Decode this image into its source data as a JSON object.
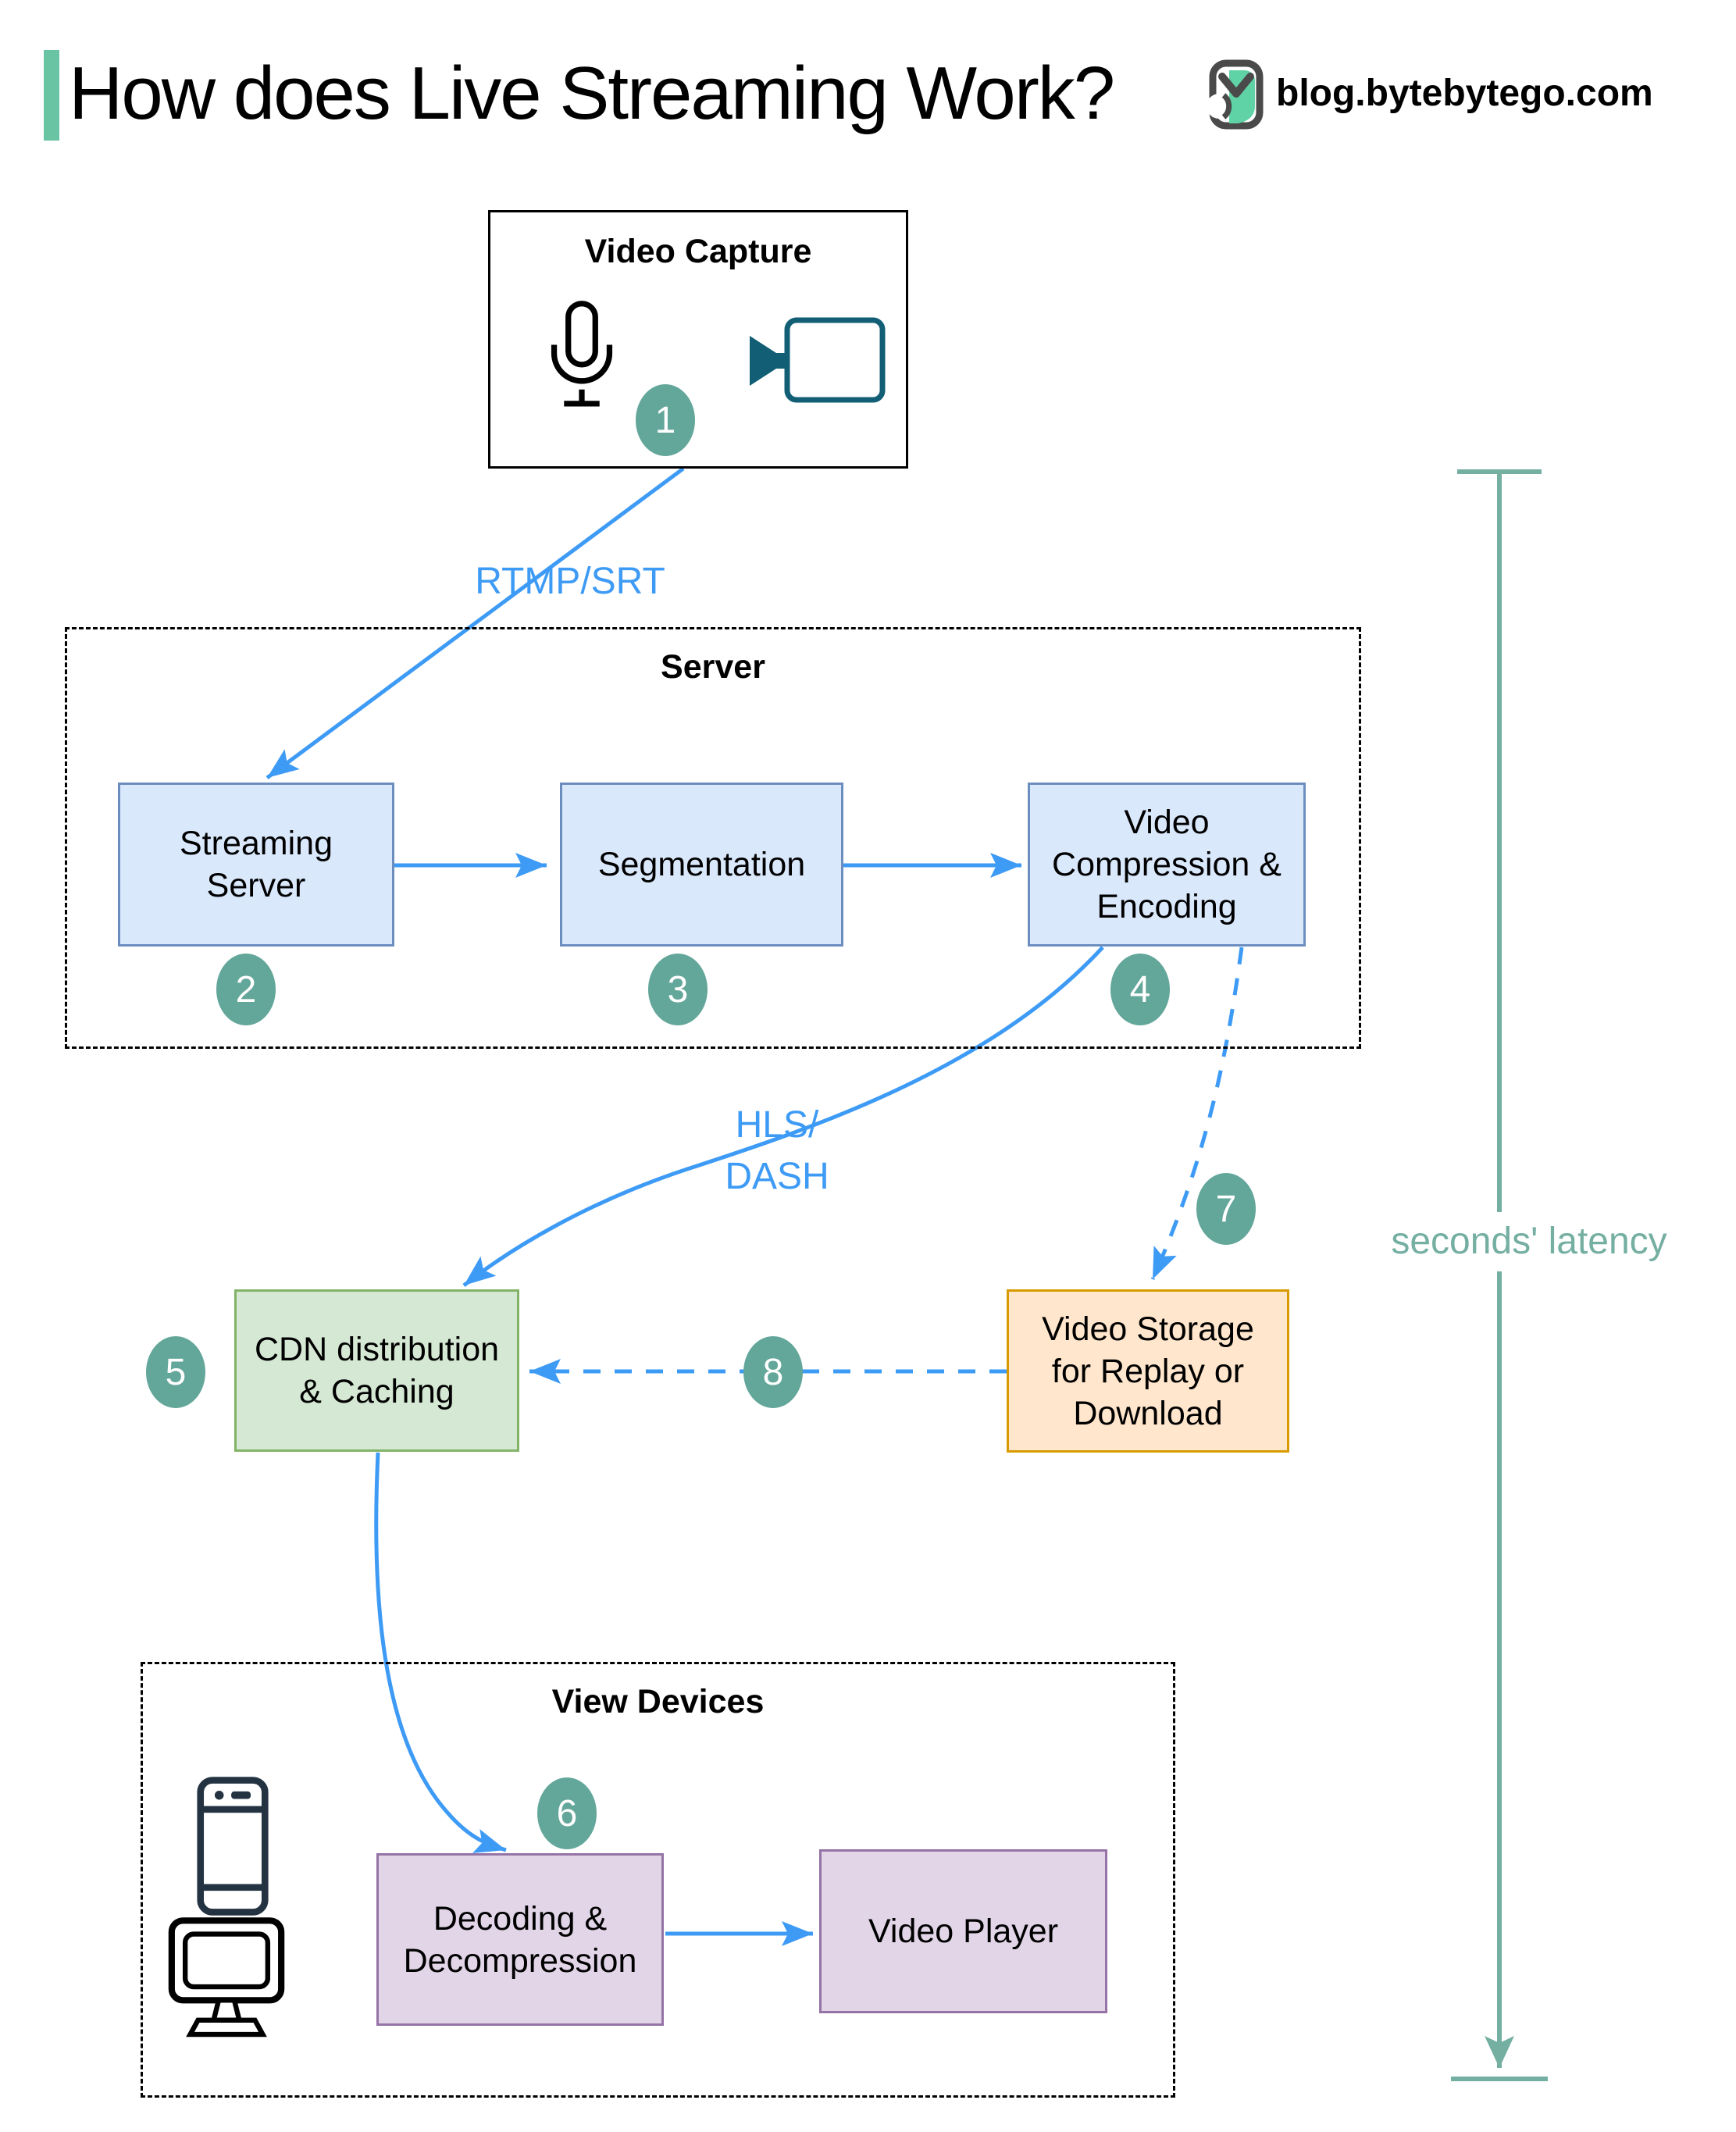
{
  "header": {
    "title": "How does Live Streaming Work?",
    "site": "blog.bytebytego.com"
  },
  "containers": {
    "server": {
      "label": "Server"
    },
    "view_devices": {
      "label": "View Devices"
    }
  },
  "nodes": {
    "video_capture": {
      "label": "Video Capture"
    },
    "streaming_server": {
      "label": "Streaming Server"
    },
    "segmentation": {
      "label": "Segmentation"
    },
    "video_compression": {
      "label": "Video Compression & Encoding"
    },
    "cdn": {
      "label": "CDN distribution & Caching"
    },
    "video_storage": {
      "label": "Video Storage for Replay or Download"
    },
    "decoding": {
      "label": "Decoding & Decompression"
    },
    "video_player": {
      "label": "Video Player"
    }
  },
  "edge_labels": {
    "protocol_ingest": "RTMP/SRT",
    "protocol_delivery_line1": "HLS/",
    "protocol_delivery_line2": "DASH",
    "latency": "seconds' latency"
  },
  "steps": [
    "1",
    "2",
    "3",
    "4",
    "5",
    "6",
    "7",
    "8"
  ],
  "icons": {
    "header": "bytebytego-logo",
    "video_capture": [
      "microphone-icon",
      "video-camera-icon"
    ],
    "view_devices": [
      "smartphone-icon",
      "desktop-monitor-icon"
    ]
  },
  "colors": {
    "accent_green": "#68C4A3",
    "arrow_blue": "#3E9BF5",
    "step_circle": "#63A69A",
    "latency_teal": "#74AFA2",
    "blue_fill": "#DAE8FC",
    "blue_border": "#6C8EBF",
    "green_fill": "#D5E8D4",
    "green_border": "#82B366",
    "orange_fill": "#FFE6CC",
    "orange_border": "#D79B00",
    "purple_fill": "#E1D5E7",
    "purple_border": "#9673A6",
    "camera_icon": "#115E75",
    "device_icon": "#243342",
    "logo_gray": "#4A4A4A",
    "logo_mint": "#5FD3A5",
    "ink": "#000000"
  }
}
